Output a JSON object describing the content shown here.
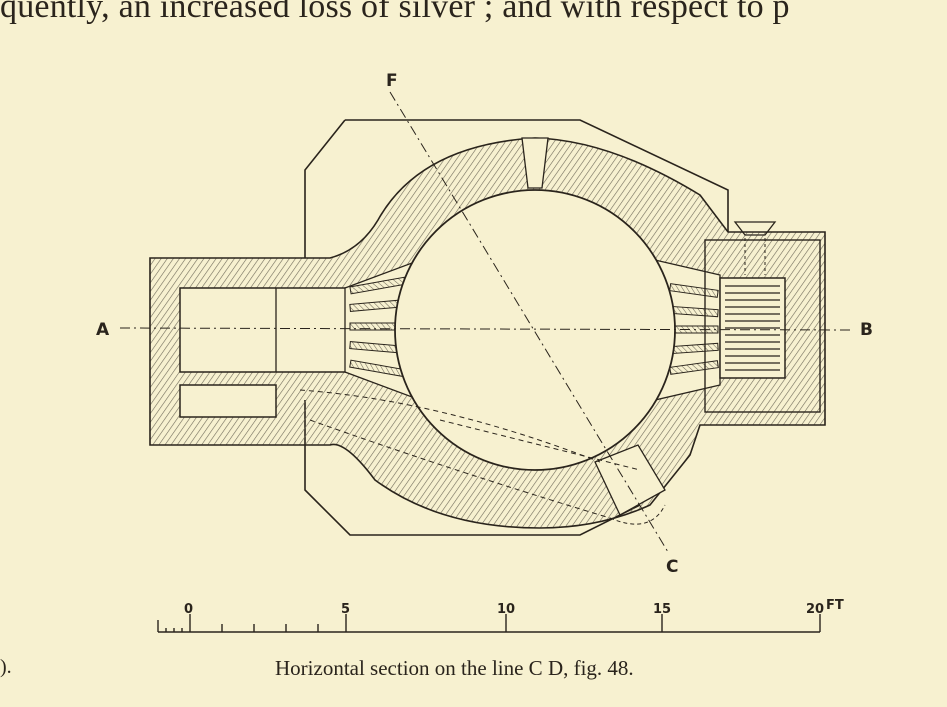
{
  "page": {
    "top_text": "quently, an increased loss of silver ; and with respect to p",
    "caption": "Horizontal section on the line C D, fig. 48.",
    "figure_number": ").",
    "colors": {
      "paper": "#f7f1d0",
      "ink": "#2a241c",
      "hatch": "#6f6a5a"
    }
  },
  "figure": {
    "labels": {
      "a": "A",
      "b": "B",
      "f": "F",
      "c": "C"
    },
    "scale": {
      "ticks": [
        "0",
        "5",
        "10",
        "15",
        "20"
      ],
      "unit": "FT"
    }
  }
}
